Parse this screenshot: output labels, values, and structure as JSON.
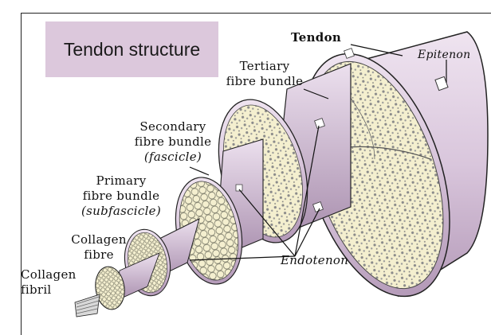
{
  "title": "Tendon structure",
  "labels": {
    "tendon": "Tendon",
    "epitenon": "Epitenon",
    "tertiary_line1": "Tertiary",
    "tertiary_line2": "fibre bundle",
    "secondary_line1": "Secondary",
    "secondary_line2": "fibre bundle",
    "secondary_line3": "(fascicle)",
    "primary_line1": "Primary",
    "primary_line2": "fibre bundle",
    "primary_line3": "(subfascicle)",
    "fibre_line1": "Collagen",
    "fibre_line2": "fibre",
    "fibril_line1": "Collagen",
    "fibril_line2": "fibril",
    "endotenon": "Endotenon"
  },
  "colors": {
    "title_box": "#dcc8dc",
    "sheath": "#d9c6dc",
    "sheath_dark": "#b49ab8",
    "tissue": "#f4efcf",
    "cells": "#8c8c8c",
    "outline": "#222222"
  }
}
